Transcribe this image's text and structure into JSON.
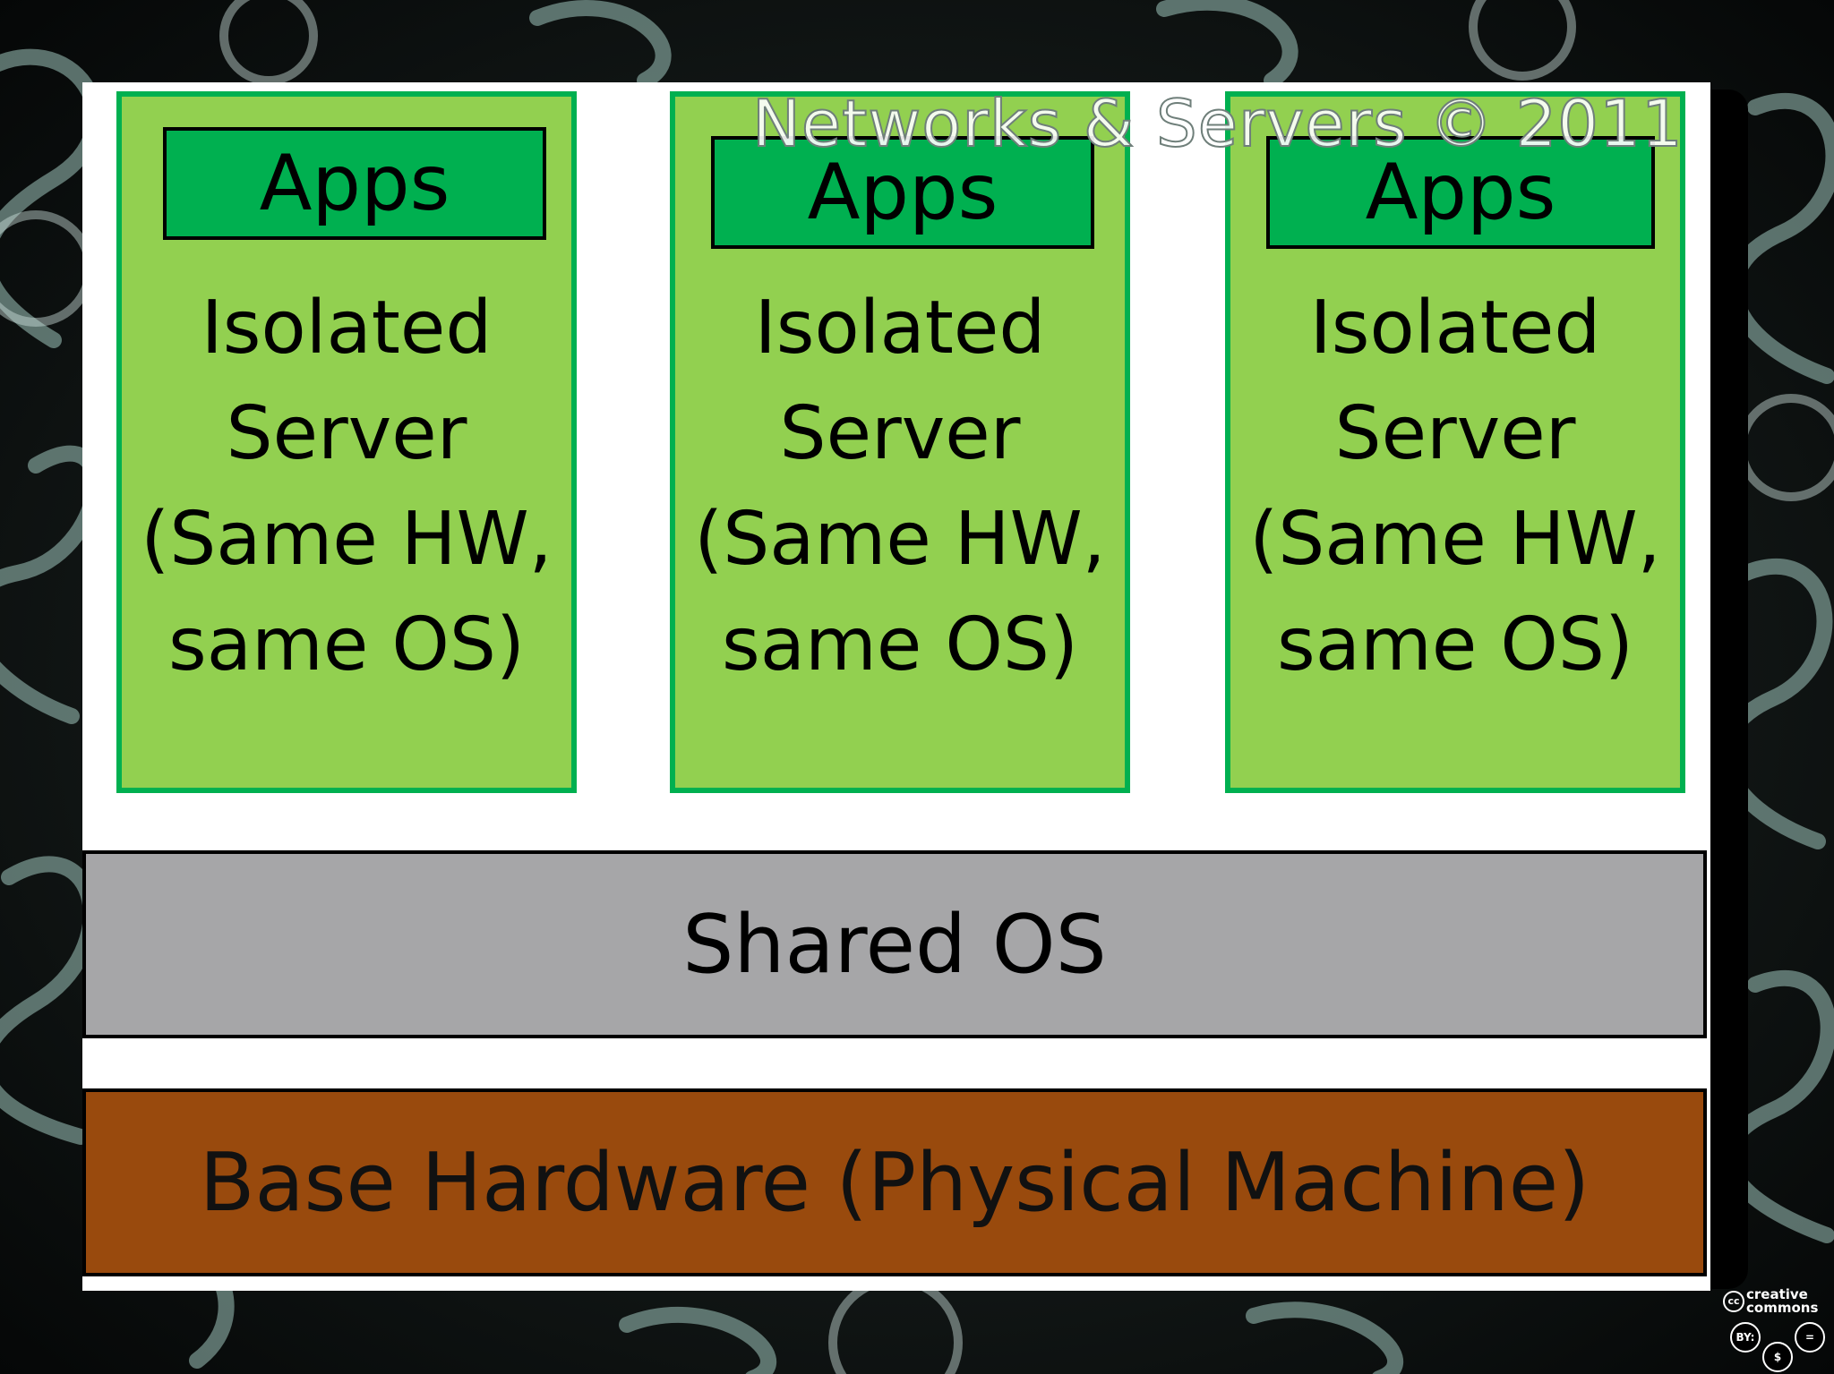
{
  "watermark": "Networks & Servers © 2011",
  "servers": [
    {
      "apps_label": "Apps",
      "lines": [
        "Isolated",
        "Server",
        "(Same HW,",
        "same OS)"
      ]
    },
    {
      "apps_label": "Apps",
      "lines": [
        "Isolated",
        "Server",
        "(Same HW,",
        "same OS)"
      ]
    },
    {
      "apps_label": "Apps",
      "lines": [
        "Isolated",
        "Server",
        "(Same HW,",
        "same OS)"
      ]
    }
  ],
  "shared_os_label": "Shared OS",
  "base_hardware_label": "Base Hardware (Physical Machine)",
  "license_badge": {
    "wordmark_top": "creative",
    "wordmark_bottom": "commons",
    "cc": "cc",
    "by": "BY:",
    "nc": "$",
    "nd": "="
  },
  "colors": {
    "server_fill": "#92d050",
    "server_border": "#00b050",
    "apps_fill": "#00b050",
    "shared_os_fill": "#a6a6a8",
    "base_hardware_fill": "#994a0d"
  }
}
